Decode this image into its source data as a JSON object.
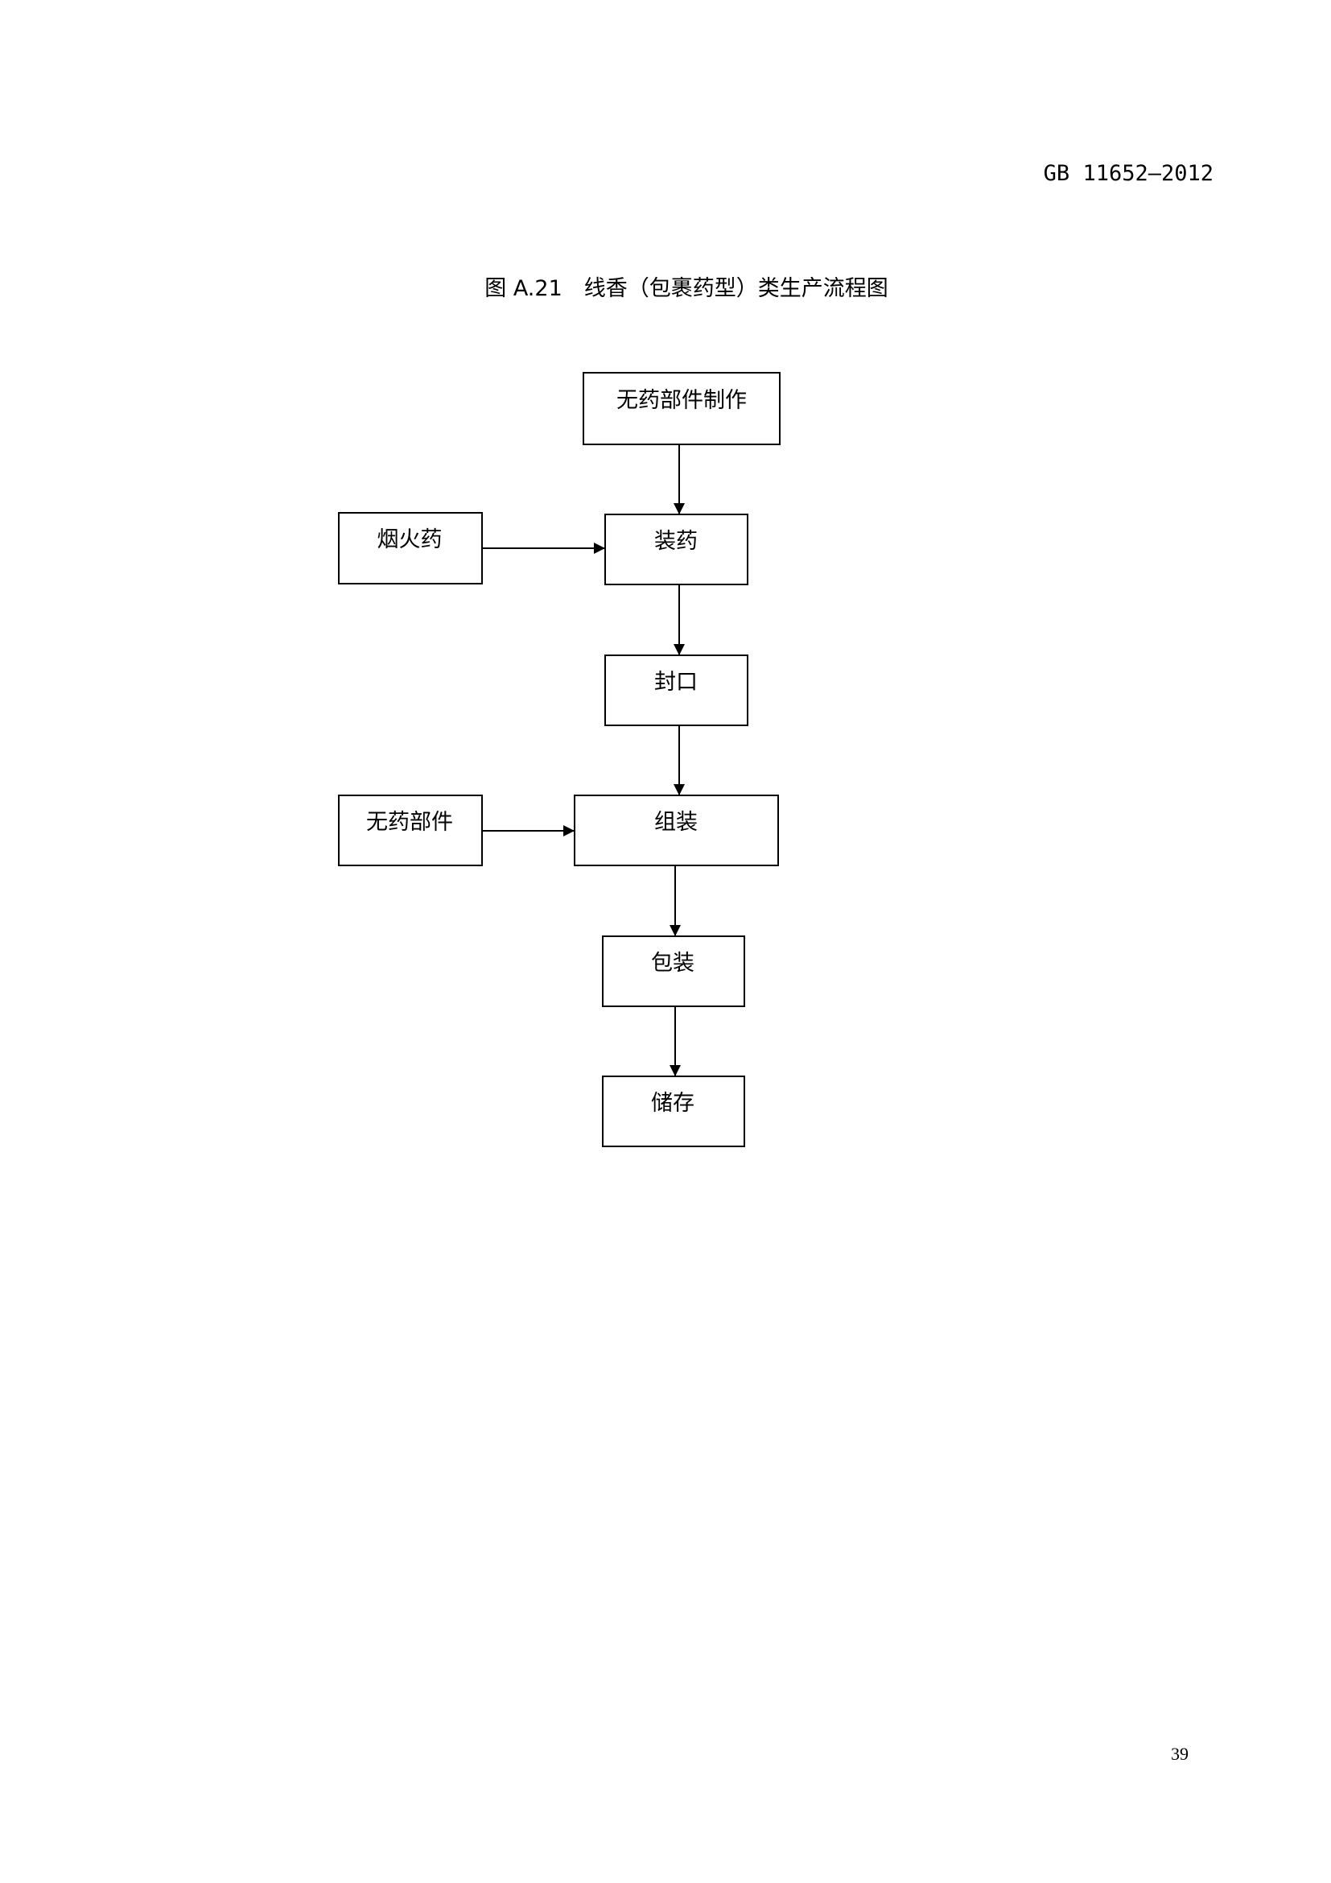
{
  "header": {
    "standard_number": "GB 11652—2012"
  },
  "figure": {
    "title": "图 A.21　线香（包裹药型）类生产流程图",
    "nodes": {
      "n1": "无药部件制作",
      "n2": "装药",
      "n3": "烟火药",
      "n4": "封口",
      "n5": "组装",
      "n6": "无药部件",
      "n7": "包装",
      "n8": "储存"
    },
    "edges": [
      [
        "n1",
        "n2"
      ],
      [
        "n3",
        "n2"
      ],
      [
        "n2",
        "n4"
      ],
      [
        "n4",
        "n5"
      ],
      [
        "n6",
        "n5"
      ],
      [
        "n5",
        "n7"
      ],
      [
        "n7",
        "n8"
      ]
    ]
  },
  "footer": {
    "page_number": "39"
  }
}
